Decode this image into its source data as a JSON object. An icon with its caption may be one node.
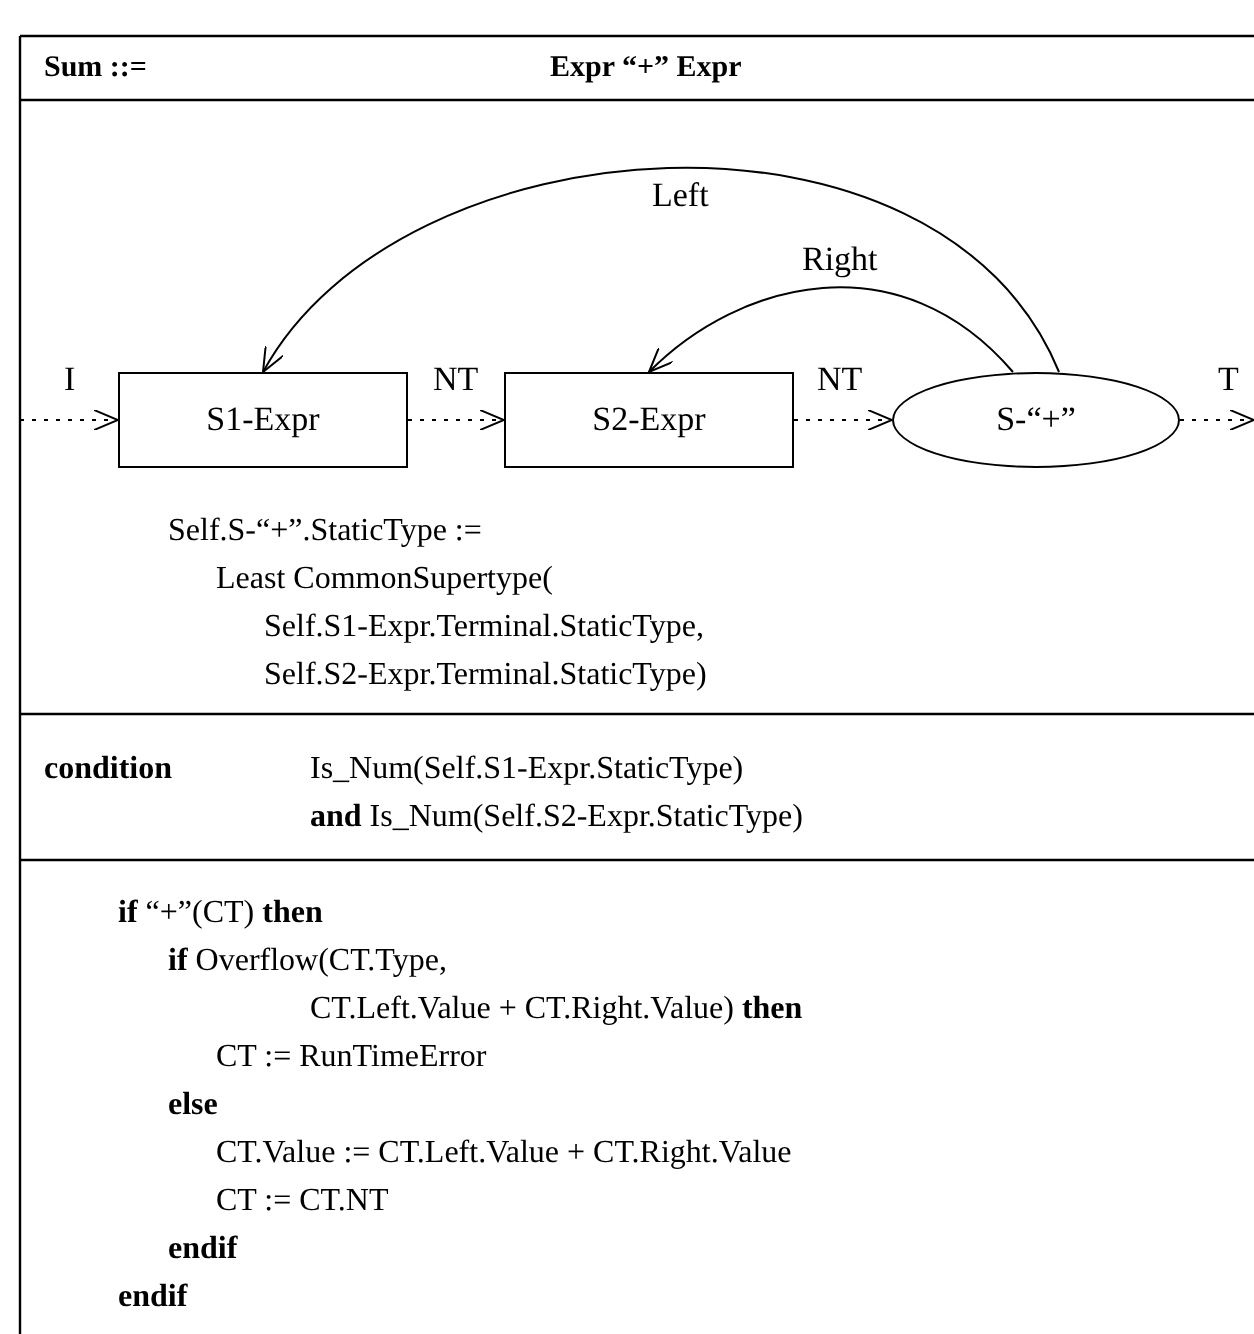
{
  "diagram": {
    "nodes": [
      {
        "text": [
          "S1-Expr"
        ]
      },
      {
        "text": [
          "S2-Expr"
        ]
      },
      {
        "text": [
          "S-“+”"
        ]
      }
    ],
    "edges": [
      {
        "from": null,
        "to": 0,
        "arrow": "to",
        "label": "I",
        "style": "dashed"
      },
      {
        "from": 0,
        "to": 1,
        "arrow": "to",
        "label": "NT",
        "style": "dashed"
      },
      {
        "from": 1,
        "to": 2,
        "arrow": "to",
        "label": "NT",
        "style": "dashed"
      },
      {
        "from": 2,
        "to": null,
        "arrow": "to",
        "label": "T",
        "style": "dashed"
      },
      {
        "from": 2,
        "to": 0,
        "arrow": "to",
        "label": "Left"
      },
      {
        "from": 2,
        "to": 1,
        "arrow": "to",
        "label": "Right"
      }
    ],
    "labels": [
      "Sum ::=",
      "Expr “+” Expr",
      "Self.S-“+”.StaticType :=",
      "Least CommonSupertype(",
      "Self.S1-Expr.Terminal.StaticType,",
      "Self.S2-Expr.Terminal.StaticType)",
      "condition",
      "Is_Num(Self.S1-Expr.StaticType)",
      "**and** Is_Num(Self.S2-Expr.StaticType)",
      "**if** “+”(CT) **then**",
      "**if** Overflow(CT.Type,",
      "CT.Left.Value + CT.Right.Value) **then**",
      "CT := RunTimeError",
      "else",
      "CT.Value := CT.Left.Value + CT.Right.Value",
      "CT := CT.NT",
      "endif",
      "endif"
    ]
  }
}
